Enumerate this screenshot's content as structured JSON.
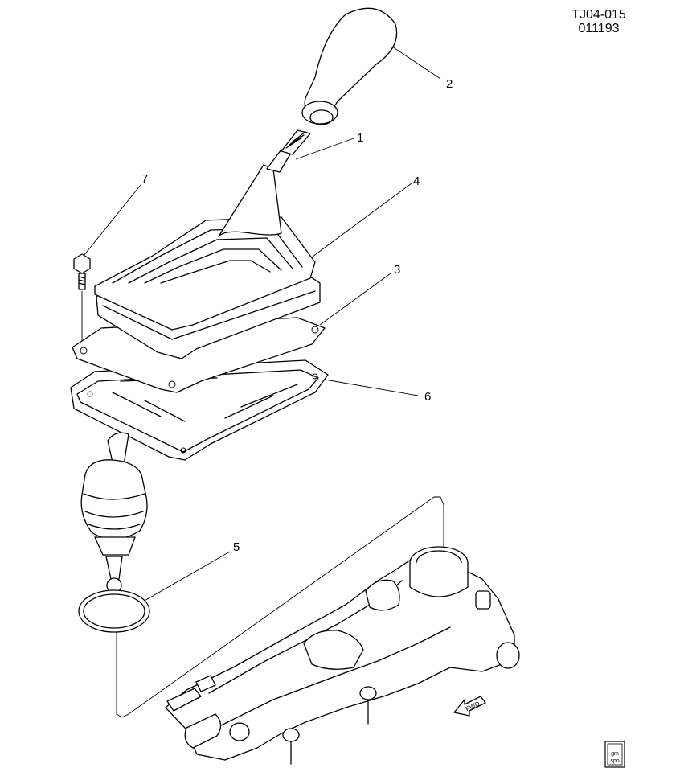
{
  "drawing": {
    "ref_code": "TJ04-015",
    "date_code": "011193"
  },
  "callouts": [
    "1",
    "2",
    "3",
    "4",
    "5",
    "6",
    "7"
  ],
  "direction_arrow": "FWD",
  "badge": {
    "line1": "gm",
    "line2": "spo"
  }
}
